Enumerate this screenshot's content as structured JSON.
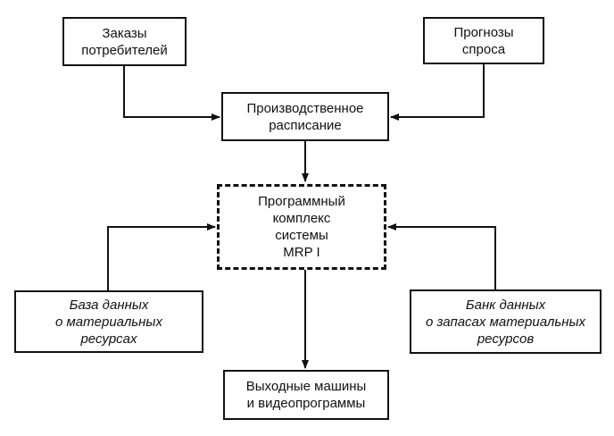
{
  "nodes": {
    "customer_orders": "Заказы\nпотребителей",
    "demand_forecasts": "Прогнозы\nспроса",
    "production_schedule": "Производственное\nрасписание",
    "mrp_system": "Программный\nкомплекс\nсистемы\nMRP I",
    "materials_db": "База данных\nо материальных\nресурсах",
    "inventory_bank": "Банк данных\nо запасах материальных\nресурсов",
    "outputs": "Выходные машины\nи видеопрограммы"
  },
  "edges": [
    {
      "from": "customer_orders",
      "to": "production_schedule"
    },
    {
      "from": "demand_forecasts",
      "to": "production_schedule"
    },
    {
      "from": "production_schedule",
      "to": "mrp_system"
    },
    {
      "from": "materials_db",
      "to": "mrp_system"
    },
    {
      "from": "inventory_bank",
      "to": "mrp_system"
    },
    {
      "from": "mrp_system",
      "to": "outputs"
    }
  ]
}
